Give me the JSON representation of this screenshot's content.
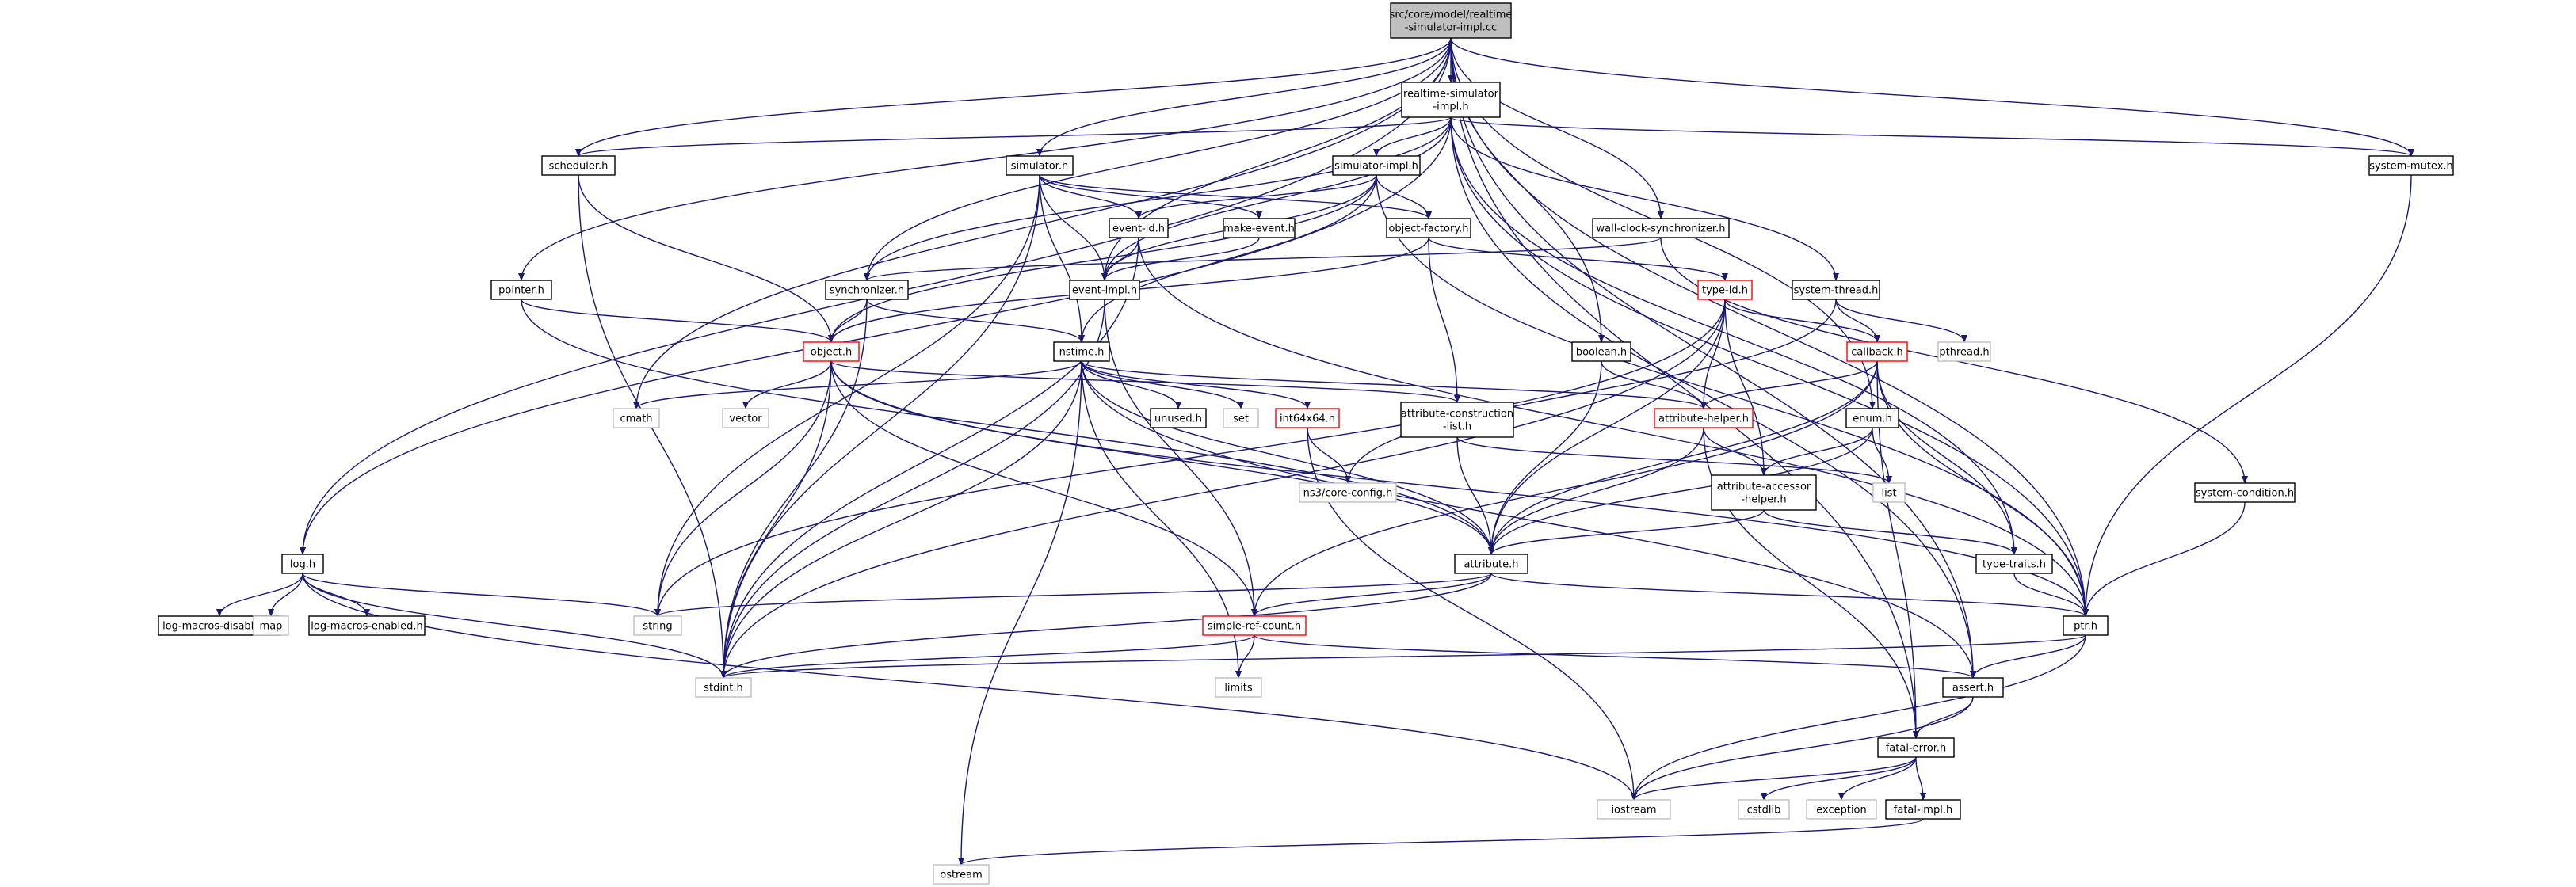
{
  "colors": {
    "edge": "#191970",
    "box_normal": "#000000",
    "box_truncated": "#ff0000",
    "box_system": "#bfbfbf",
    "root_fill": "#bfbfbf",
    "text": "#000000"
  },
  "nodes": [
    {
      "id": "root",
      "lines": [
        "src/core/model/realtime",
        "-simulator-impl.cc"
      ],
      "kind": "root"
    },
    {
      "id": "realtime_simulator_impl_h",
      "lines": [
        "realtime-simulator",
        "-impl.h"
      ],
      "kind": "normal"
    },
    {
      "id": "scheduler_h",
      "lines": [
        "scheduler.h"
      ],
      "kind": "normal"
    },
    {
      "id": "simulator_h",
      "lines": [
        "simulator.h"
      ],
      "kind": "normal"
    },
    {
      "id": "simulator_impl_h",
      "lines": [
        "simulator-impl.h"
      ],
      "kind": "normal"
    },
    {
      "id": "wall_clock_synchronizer_h",
      "lines": [
        "wall-clock-synchronizer.h"
      ],
      "kind": "normal"
    },
    {
      "id": "system_mutex_h",
      "lines": [
        "system-mutex.h"
      ],
      "kind": "normal"
    },
    {
      "id": "event_id_h",
      "lines": [
        "event-id.h"
      ],
      "kind": "normal"
    },
    {
      "id": "make_event_h",
      "lines": [
        "make-event.h"
      ],
      "kind": "normal"
    },
    {
      "id": "object_factory_h",
      "lines": [
        "object-factory.h"
      ],
      "kind": "normal"
    },
    {
      "id": "pointer_h",
      "lines": [
        "pointer.h"
      ],
      "kind": "normal"
    },
    {
      "id": "synchronizer_h",
      "lines": [
        "synchronizer.h"
      ],
      "kind": "normal"
    },
    {
      "id": "event_impl_h",
      "lines": [
        "event-impl.h"
      ],
      "kind": "normal"
    },
    {
      "id": "type_id_h",
      "lines": [
        "type-id.h"
      ],
      "kind": "truncated"
    },
    {
      "id": "system_thread_h",
      "lines": [
        "system-thread.h"
      ],
      "kind": "normal"
    },
    {
      "id": "object_h",
      "lines": [
        "object.h"
      ],
      "kind": "truncated"
    },
    {
      "id": "nstime_h",
      "lines": [
        "nstime.h"
      ],
      "kind": "normal"
    },
    {
      "id": "boolean_h",
      "lines": [
        "boolean.h"
      ],
      "kind": "normal"
    },
    {
      "id": "callback_h",
      "lines": [
        "callback.h"
      ],
      "kind": "truncated"
    },
    {
      "id": "pthread_h",
      "lines": [
        "pthread.h"
      ],
      "kind": "system"
    },
    {
      "id": "cmath",
      "lines": [
        "cmath"
      ],
      "kind": "system"
    },
    {
      "id": "vector",
      "lines": [
        "vector"
      ],
      "kind": "system"
    },
    {
      "id": "unused_h",
      "lines": [
        "unused.h"
      ],
      "kind": "normal"
    },
    {
      "id": "set",
      "lines": [
        "set"
      ],
      "kind": "system"
    },
    {
      "id": "int64x64_h",
      "lines": [
        "int64x64.h"
      ],
      "kind": "truncated"
    },
    {
      "id": "attribute_construction_list_h",
      "lines": [
        "attribute-construction",
        "-list.h"
      ],
      "kind": "normal"
    },
    {
      "id": "attribute_helper_h",
      "lines": [
        "attribute-helper.h"
      ],
      "kind": "truncated"
    },
    {
      "id": "enum_h",
      "lines": [
        "enum.h"
      ],
      "kind": "normal"
    },
    {
      "id": "list",
      "lines": [
        "list"
      ],
      "kind": "system"
    },
    {
      "id": "ns3_core_config_h",
      "lines": [
        "ns3/core-config.h"
      ],
      "kind": "system"
    },
    {
      "id": "attribute_accessor_helper_h",
      "lines": [
        "attribute-accessor",
        "-helper.h"
      ],
      "kind": "normal"
    },
    {
      "id": "system_condition_h",
      "lines": [
        "system-condition.h"
      ],
      "kind": "normal"
    },
    {
      "id": "log_h",
      "lines": [
        "log.h"
      ],
      "kind": "normal"
    },
    {
      "id": "attribute_h",
      "lines": [
        "attribute.h"
      ],
      "kind": "normal"
    },
    {
      "id": "type_traits_h",
      "lines": [
        "type-traits.h"
      ],
      "kind": "normal"
    },
    {
      "id": "log_macros_disabled_h",
      "lines": [
        "log-macros-disabled.h"
      ],
      "kind": "normal"
    },
    {
      "id": "map",
      "lines": [
        "map"
      ],
      "kind": "system"
    },
    {
      "id": "log_macros_enabled_h",
      "lines": [
        "log-macros-enabled.h"
      ],
      "kind": "normal"
    },
    {
      "id": "string",
      "lines": [
        "string"
      ],
      "kind": "system"
    },
    {
      "id": "simple_ref_count_h",
      "lines": [
        "simple-ref-count.h"
      ],
      "kind": "truncated"
    },
    {
      "id": "ptr_h",
      "lines": [
        "ptr.h"
      ],
      "kind": "normal"
    },
    {
      "id": "stdint_h",
      "lines": [
        "stdint.h"
      ],
      "kind": "system"
    },
    {
      "id": "limits",
      "lines": [
        "limits"
      ],
      "kind": "system"
    },
    {
      "id": "assert_h",
      "lines": [
        "assert.h"
      ],
      "kind": "normal"
    },
    {
      "id": "fatal_error_h",
      "lines": [
        "fatal-error.h"
      ],
      "kind": "normal"
    },
    {
      "id": "iostream",
      "lines": [
        "iostream"
      ],
      "kind": "system"
    },
    {
      "id": "cstdlib",
      "lines": [
        "cstdlib"
      ],
      "kind": "system"
    },
    {
      "id": "exception",
      "lines": [
        "exception"
      ],
      "kind": "system"
    },
    {
      "id": "fatal_impl_h",
      "lines": [
        "fatal-impl.h"
      ],
      "kind": "normal"
    },
    {
      "id": "ostream",
      "lines": [
        "ostream"
      ],
      "kind": "system"
    }
  ],
  "edges": [
    [
      "root",
      "realtime_simulator_impl_h"
    ],
    [
      "root",
      "scheduler_h"
    ],
    [
      "root",
      "simulator_h"
    ],
    [
      "root",
      "wall_clock_synchronizer_h"
    ],
    [
      "root",
      "system_mutex_h"
    ],
    [
      "root",
      "synchronizer_h"
    ],
    [
      "root",
      "event_impl_h"
    ],
    [
      "root",
      "pointer_h"
    ],
    [
      "root",
      "cmath"
    ],
    [
      "root",
      "log_h"
    ],
    [
      "root",
      "boolean_h"
    ],
    [
      "root",
      "enum_h"
    ],
    [
      "root",
      "ptr_h"
    ],
    [
      "root",
      "assert_h"
    ],
    [
      "root",
      "fatal_error_h"
    ],
    [
      "realtime_simulator_impl_h",
      "scheduler_h"
    ],
    [
      "realtime_simulator_impl_h",
      "simulator_impl_h"
    ],
    [
      "realtime_simulator_impl_h",
      "system_mutex_h"
    ],
    [
      "realtime_simulator_impl_h",
      "synchronizer_h"
    ],
    [
      "realtime_simulator_impl_h",
      "event_impl_h"
    ],
    [
      "realtime_simulator_impl_h",
      "system_thread_h"
    ],
    [
      "realtime_simulator_impl_h",
      "ptr_h"
    ],
    [
      "realtime_simulator_impl_h",
      "assert_h"
    ],
    [
      "realtime_simulator_impl_h",
      "log_h"
    ],
    [
      "realtime_simulator_impl_h",
      "type_traits_h"
    ],
    [
      "scheduler_h",
      "object_h"
    ],
    [
      "scheduler_h",
      "stdint_h"
    ],
    [
      "simulator_h",
      "event_id_h"
    ],
    [
      "simulator_h",
      "event_impl_h"
    ],
    [
      "simulator_h",
      "make_event_h"
    ],
    [
      "simulator_h",
      "nstime_h"
    ],
    [
      "simulator_h",
      "object_factory_h"
    ],
    [
      "simulator_h",
      "stdint_h"
    ],
    [
      "simulator_h",
      "string"
    ],
    [
      "simulator_impl_h",
      "event_impl_h"
    ],
    [
      "simulator_impl_h",
      "event_id_h"
    ],
    [
      "simulator_impl_h",
      "nstime_h"
    ],
    [
      "simulator_impl_h",
      "object_h"
    ],
    [
      "simulator_impl_h",
      "object_factory_h"
    ],
    [
      "simulator_impl_h",
      "ptr_h"
    ],
    [
      "wall_clock_synchronizer_h",
      "synchronizer_h"
    ],
    [
      "wall_clock_synchronizer_h",
      "system_condition_h"
    ],
    [
      "system_mutex_h",
      "ptr_h"
    ],
    [
      "event_id_h",
      "event_impl_h"
    ],
    [
      "event_id_h",
      "ptr_h"
    ],
    [
      "event_id_h",
      "stdint_h"
    ],
    [
      "make_event_h",
      "event_impl_h"
    ],
    [
      "object_factory_h",
      "attribute_construction_list_h"
    ],
    [
      "object_factory_h",
      "object_h"
    ],
    [
      "object_factory_h",
      "type_id_h"
    ],
    [
      "pointer_h",
      "object_h"
    ],
    [
      "pointer_h",
      "attribute_h"
    ],
    [
      "synchronizer_h",
      "stdint_h"
    ],
    [
      "synchronizer_h",
      "nstime_h"
    ],
    [
      "synchronizer_h",
      "object_h"
    ],
    [
      "event_impl_h",
      "stdint_h"
    ],
    [
      "event_impl_h",
      "simple_ref_count_h"
    ],
    [
      "type_id_h",
      "attribute_h"
    ],
    [
      "type_id_h",
      "attribute_accessor_helper_h"
    ],
    [
      "type_id_h",
      "attribute_helper_h"
    ],
    [
      "type_id_h",
      "callback_h"
    ],
    [
      "type_id_h",
      "string"
    ],
    [
      "type_id_h",
      "stdint_h"
    ],
    [
      "system_thread_h",
      "ns3_core_config_h"
    ],
    [
      "system_thread_h",
      "callback_h"
    ],
    [
      "system_thread_h",
      "pthread_h"
    ],
    [
      "object_h",
      "stdint_h"
    ],
    [
      "object_h",
      "string"
    ],
    [
      "object_h",
      "vector"
    ],
    [
      "object_h",
      "ptr_h"
    ],
    [
      "object_h",
      "attribute_h"
    ],
    [
      "object_h",
      "object_base_h"
    ],
    [
      "object_h",
      "attribute_construction_list_h"
    ],
    [
      "object_h",
      "simple_ref_count_h"
    ],
    [
      "nstime_h",
      "assert_h"
    ],
    [
      "nstime_h",
      "attribute_h"
    ],
    [
      "nstime_h",
      "attribute_helper_h"
    ],
    [
      "nstime_h",
      "stdint_h"
    ],
    [
      "nstime_h",
      "cmath"
    ],
    [
      "nstime_h",
      "ostream"
    ],
    [
      "nstime_h",
      "set"
    ],
    [
      "nstime_h",
      "limits"
    ],
    [
      "nstime_h",
      "int64x64_h"
    ],
    [
      "nstime_h",
      "unused_h"
    ],
    [
      "boolean_h",
      "attribute_h"
    ],
    [
      "boolean_h",
      "attribute_helper_h"
    ],
    [
      "callback_h",
      "ptr_h"
    ],
    [
      "callback_h",
      "fatal_error_h"
    ],
    [
      "callback_h",
      "attribute_h"
    ],
    [
      "callback_h",
      "attribute_helper_h"
    ],
    [
      "callback_h",
      "simple_ref_count_h"
    ],
    [
      "callback_h",
      "type_traits_h"
    ],
    [
      "int64x64_h",
      "ns3_core_config_h"
    ],
    [
      "int64x64_h",
      "iostream"
    ],
    [
      "attribute_construction_list_h",
      "attribute_h"
    ],
    [
      "attribute_construction_list_h",
      "list"
    ],
    [
      "attribute_helper_h",
      "attribute_h"
    ],
    [
      "attribute_helper_h",
      "attribute_accessor_helper_h"
    ],
    [
      "attribute_helper_h",
      "fatal_error_h"
    ],
    [
      "enum_h",
      "attribute_h"
    ],
    [
      "enum_h",
      "attribute_accessor_helper_h"
    ],
    [
      "enum_h",
      "list"
    ],
    [
      "attribute_accessor_helper_h",
      "attribute_h"
    ],
    [
      "attribute_accessor_helper_h",
      "type_traits_h"
    ],
    [
      "system_condition_h",
      "ptr_h"
    ],
    [
      "log_h",
      "string"
    ],
    [
      "log_h",
      "iostream"
    ],
    [
      "log_h",
      "stdint_h"
    ],
    [
      "log_h",
      "map"
    ],
    [
      "log_h",
      "log_macros_disabled_h"
    ],
    [
      "log_h",
      "log_macros_enabled_h"
    ],
    [
      "attribute_h",
      "string"
    ],
    [
      "attribute_h",
      "stdint_h"
    ],
    [
      "attribute_h",
      "ptr_h"
    ],
    [
      "attribute_h",
      "simple_ref_count_h"
    ],
    [
      "type_traits_h",
      "ptr_h"
    ],
    [
      "simple_ref_count_h",
      "stdint_h"
    ],
    [
      "simple_ref_count_h",
      "limits"
    ],
    [
      "simple_ref_count_h",
      "assert_h"
    ],
    [
      "ptr_h",
      "iostream"
    ],
    [
      "ptr_h",
      "stdint_h"
    ],
    [
      "ptr_h",
      "assert_h"
    ],
    [
      "assert_h",
      "iostream"
    ],
    [
      "assert_h",
      "fatal_error_h"
    ],
    [
      "fatal_error_h",
      "iostream"
    ],
    [
      "fatal_error_h",
      "cstdlib"
    ],
    [
      "fatal_error_h",
      "exception"
    ],
    [
      "fatal_error_h",
      "fatal_impl_h"
    ],
    [
      "fatal_impl_h",
      "ostream"
    ]
  ]
}
